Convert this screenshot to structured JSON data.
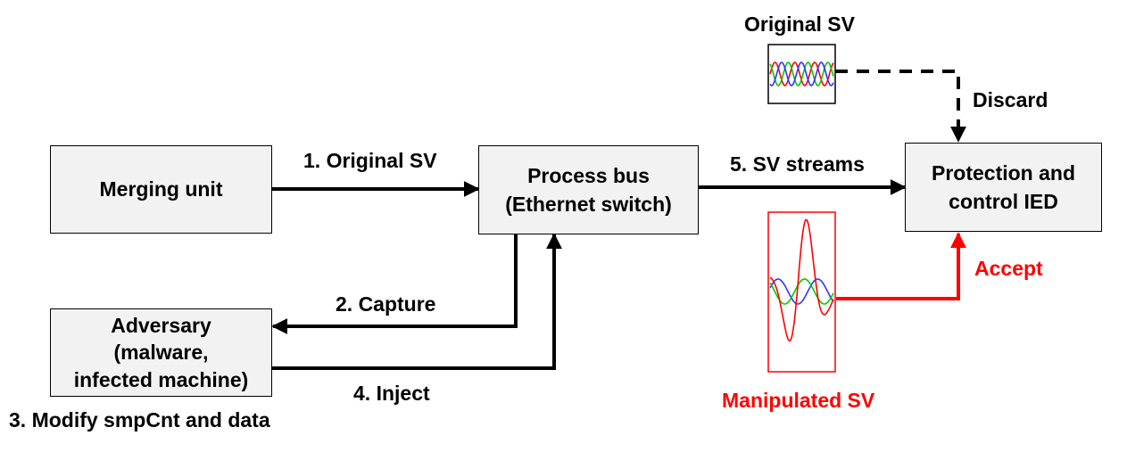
{
  "nodes": {
    "merging_unit": "Merging unit",
    "process_bus": [
      "Process bus",
      "(Ethernet switch)"
    ],
    "ied": [
      "Protection and",
      "control IED"
    ],
    "adversary": [
      "Adversary",
      "(malware,",
      "infected machine)"
    ]
  },
  "edges": {
    "original_sv": "1. Original SV",
    "capture": "2. Capture",
    "modify": "3. Modify smpCnt and data",
    "inject": "4. Inject",
    "sv_streams": "5. SV streams",
    "discard": "Discard",
    "accept": "Accept"
  },
  "waveforms": {
    "original_title": "Original SV",
    "manipulated_title": "Manipulated SV"
  },
  "colors": {
    "box_fill": "#f2f2f2",
    "attack": "#ff0000",
    "phase_red": "#ff0000",
    "phase_green": "#00cc00",
    "phase_blue": "#3333ff"
  }
}
